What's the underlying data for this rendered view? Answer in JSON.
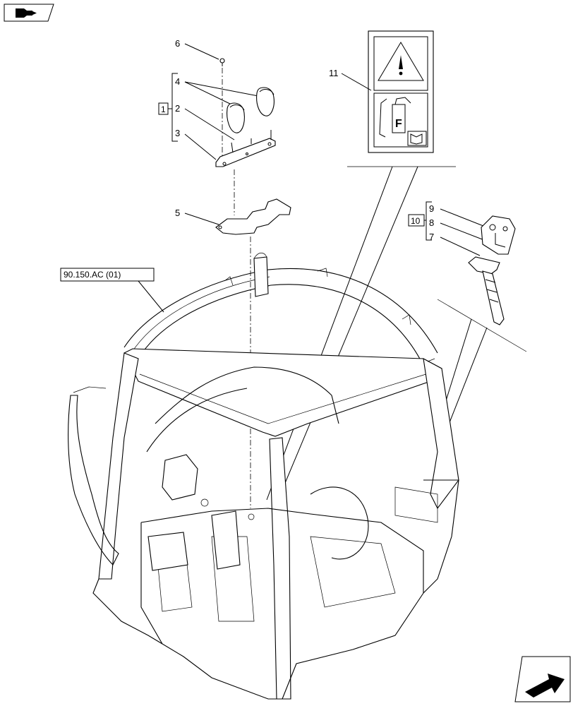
{
  "callouts": {
    "c1": "1",
    "c2": "2",
    "c3": "3",
    "c4": "4",
    "c5": "5",
    "c6": "6",
    "c7": "7",
    "c8": "8",
    "c9": "9",
    "c10": "10",
    "c11": "11"
  },
  "reference_label": "90.150.AC (01)",
  "decal_letter": "F",
  "icons": {
    "top_left": "nav-back-book-icon",
    "bottom_right": "next-page-arrow-icon"
  }
}
